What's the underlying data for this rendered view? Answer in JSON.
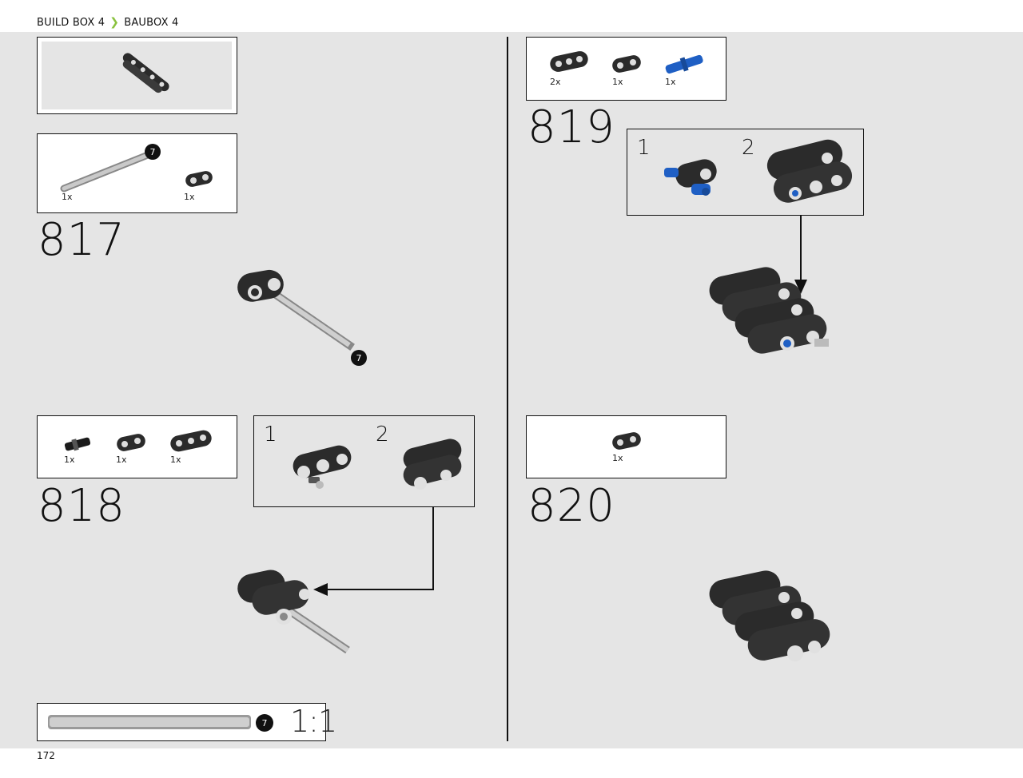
{
  "header": {
    "build_box_en": "BUILD BOX 4",
    "separator": "❯",
    "build_box_de": "BAUBOX 4"
  },
  "page_number": "172",
  "steps": [
    {
      "number": "817",
      "parts": [
        {
          "qty": "1x",
          "name": "axle 7"
        },
        {
          "qty": "1x",
          "name": "beam 2 with axle hole"
        }
      ]
    },
    {
      "number": "818",
      "parts": [
        {
          "qty": "1x",
          "name": "friction pin"
        },
        {
          "qty": "1x",
          "name": "beam 2"
        },
        {
          "qty": "1x",
          "name": "beam 3"
        }
      ],
      "substeps": [
        "1",
        "2"
      ]
    },
    {
      "number": "819",
      "parts": [
        {
          "qty": "2x",
          "name": "beam 3"
        },
        {
          "qty": "1x",
          "name": "beam 2"
        },
        {
          "qty": "1x",
          "name": "blue axle pin"
        }
      ],
      "substeps": [
        "1",
        "2"
      ]
    },
    {
      "number": "820",
      "parts": [
        {
          "qty": "1x",
          "name": "beam 2 with axle hole"
        }
      ]
    }
  ],
  "axle_badge": "7",
  "scale_ref": {
    "axle_length": "7",
    "label": "1:1"
  },
  "colors": {
    "accent": "#8ac23f",
    "page_bg": "#e5e5e5",
    "beam": "#2b2b2b",
    "blue_pin": "#1f5fc4",
    "axle": "#bdbdbd"
  }
}
